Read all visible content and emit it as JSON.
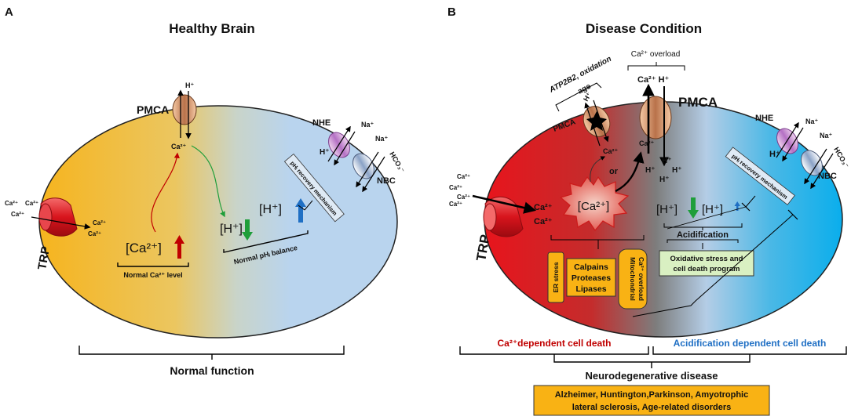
{
  "panelA": {
    "letter": "A",
    "title": "Healthy Brain",
    "pmca": "PMCA",
    "h_plus": "H⁺",
    "ca2_plus": "Ca²⁺",
    "trp": "TRP",
    "ca_in": [
      "Ca²⁺",
      "Ca²⁺",
      "Ca²⁺"
    ],
    "ca_out": [
      "Ca²⁺",
      "Ca²⁺"
    ],
    "ca_bracket_label": "[Ca²⁺]",
    "normal_ca_level": "Normal Ca²⁺ level",
    "h_bracket_label": "[H⁺]",
    "h_bracket_label2": "[H⁺]",
    "normal_ph": "Normal pHᵢ balance",
    "nhe": "NHE",
    "nbc": "NBC",
    "na1": "Na⁺",
    "na2": "Na⁺",
    "hco3": "HCO₃⁻",
    "h_nhe": "H⁺",
    "ph_recovery": "pHᵢ recovery mechanism",
    "normal_function": "Normal function"
  },
  "panelB": {
    "letter": "B",
    "title": "Disease Condition",
    "atp2b2": "ATP2B2, oxidation",
    "age": "age",
    "pmca_small": "PMCA",
    "h_small": "H⁺",
    "ca_small": "Ca²⁺",
    "or": "or",
    "ca_overload_top": "Ca²⁺ overload",
    "ca_h_top": "Ca²⁺ H⁺",
    "pmca_big": "PMCA",
    "ca_big": "Ca²⁺",
    "h_cluster": [
      "H⁺",
      "H⁺",
      "H⁺",
      "H⁺"
    ],
    "trp": "TRP",
    "ca_in": [
      "Ca²⁺",
      "Ca²⁺",
      "Ca²⁺",
      "Ca²⁺"
    ],
    "ca_inside": [
      "Ca²⁺",
      "Ca²⁺"
    ],
    "ca_star": "[Ca²⁺]",
    "h_bracket1": "[H⁺]",
    "h_bracket2": "[H⁺]",
    "acidification": "Acidification",
    "oxidative": "Oxidative stress and cell death program",
    "oxidative_l1": "Oxidative stress and",
    "oxidative_l2": "cell death program",
    "er_stress": "ER stress",
    "calpains": "Calpains",
    "proteases": "Proteases",
    "lipases": "Lipases",
    "mito1": "Mitochondrial",
    "mito2": "Ca²⁺ overload",
    "nhe": "NHE",
    "nbc": "NBC",
    "na1": "Na⁺",
    "na2": "Na⁺",
    "hco3": "HCO₃⁻",
    "h_nhe": "H⁺",
    "ph_recovery": "pHᵢ recovery mechanism",
    "ca_death": "Ca²⁺dependent cell death",
    "acid_death": "Acidification dependent cell death",
    "neuro": "Neurodegenerative disease",
    "diseases_l1": "Alzheimer, Huntington,Parkinson, Amyotrophic",
    "diseases_l2": "lateral sclerosis, Age-related disorders"
  },
  "colors": {
    "healthy_left": "#f5b82a",
    "healthy_right": "#b9d4ee",
    "disease_left": "#e4121a",
    "disease_mid": "#8a8a8a",
    "disease_right": "#0ab4ee",
    "box_yellow": "#f9b214",
    "box_green": "#d9f0c2",
    "arrow_red": "#c00000",
    "arrow_green": "#1e9e3a",
    "arrow_blue": "#1f6fc4",
    "ca_death_text": "#c00000",
    "acid_death_text": "#1f6fc4"
  }
}
